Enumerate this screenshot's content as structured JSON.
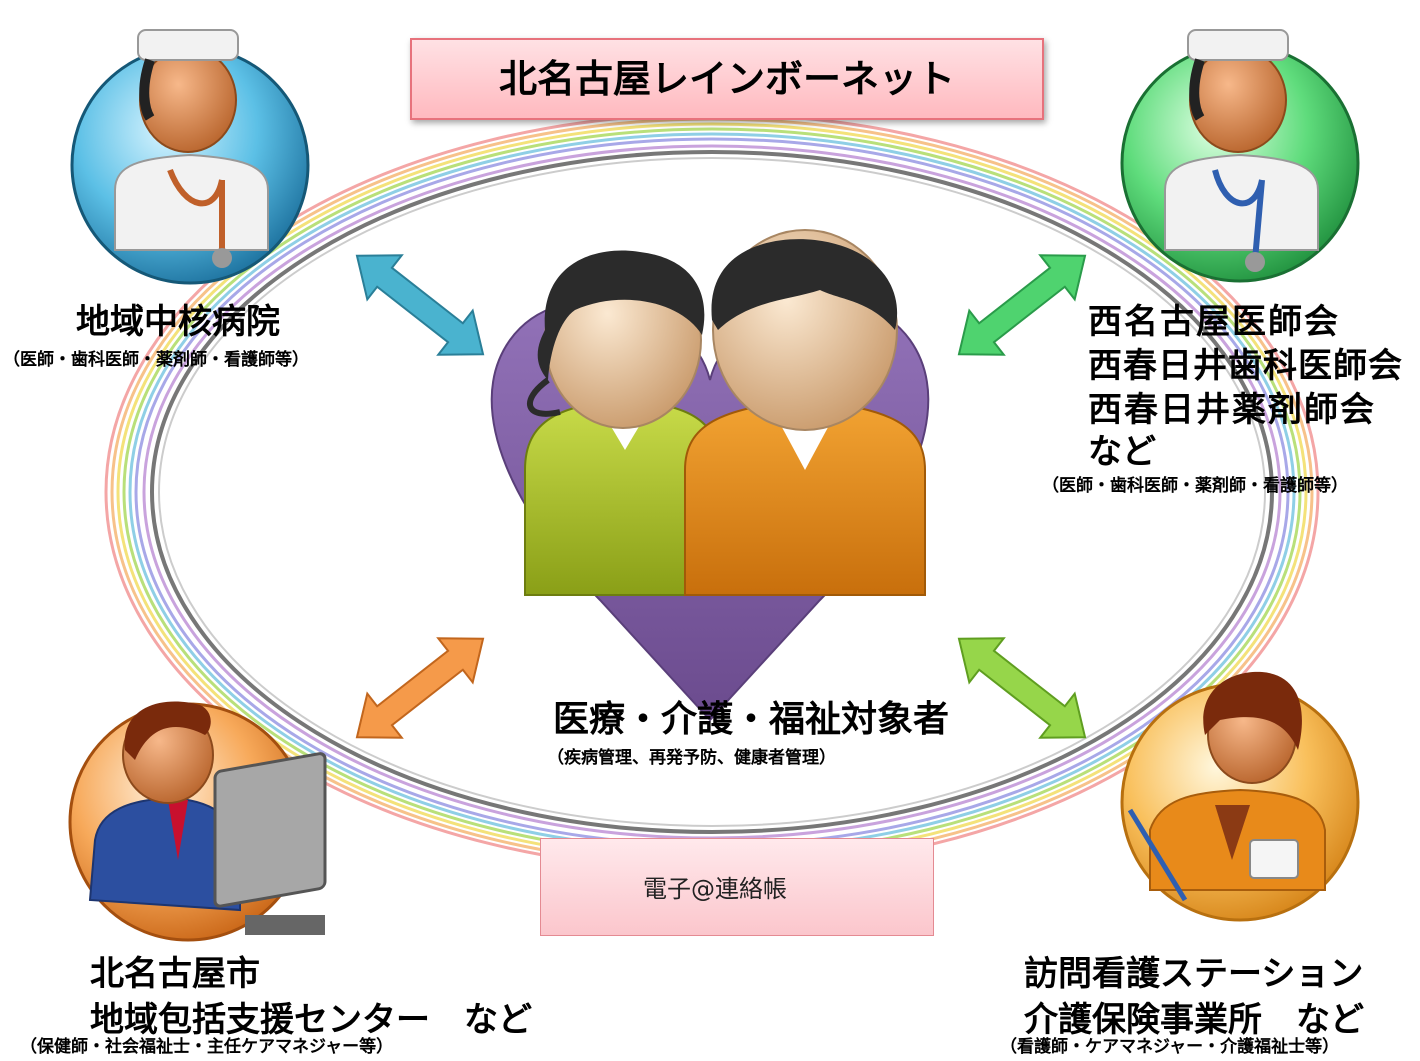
{
  "title": "北名古屋レインボーネット",
  "center": {
    "label": "医療・介護・福祉対象者",
    "sub": "（疾病管理、再発予防、健康者管理）"
  },
  "top_left": {
    "name": "地域中核病院",
    "sub": "（医師・歯科医師・薬剤師・看護師等）"
  },
  "top_right": {
    "lines": [
      "西名古屋医師会",
      "西春日井歯科医師会",
      "西春日井薬剤師会",
      "など"
    ],
    "sub": "（医師・歯科医師・薬剤師・看護師等）"
  },
  "bottom_left": {
    "lines": [
      "北名古屋市",
      "地域包括支援センター　など"
    ],
    "sub": "（保健師・社会福祉士・主任ケアマネジャー等）"
  },
  "bottom_right": {
    "lines": [
      "訪問看護ステーション",
      "介護保険事業所　など"
    ],
    "sub": "（看護師・ケアマネジャー・介護福祉士等）"
  },
  "app_badge": {
    "label": "電子@連絡帳"
  },
  "colors": {
    "heart": "#7b5a9e",
    "circle_top_left": "#2a8fb7",
    "circle_top_right": "#38c35a",
    "circle_bottom_left": "#f08a2c",
    "circle_bottom_right": "#f6a431",
    "arrow_top_left": "#4ab3cf",
    "arrow_top_right": "#4fd36f",
    "arrow_bottom_left": "#f59a4a",
    "arrow_bottom_right": "#96d64a"
  }
}
